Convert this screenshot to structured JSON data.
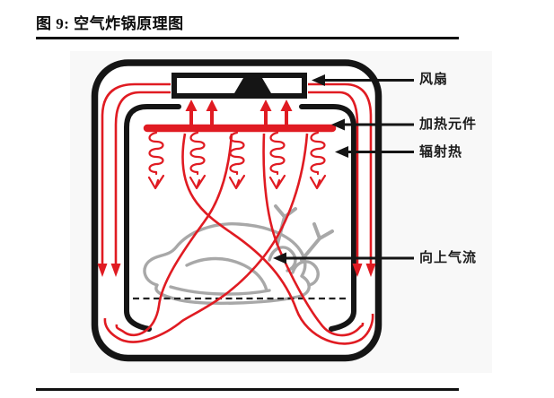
{
  "page": {
    "title": "图 9: 空气炸锅原理图"
  },
  "diagram": {
    "labels": {
      "fan": "风扇",
      "heating_element": "加热元件",
      "radiant_heat": "辐射热",
      "upward_airflow": "向上气流"
    },
    "colors": {
      "airflow_red": "#e01b22",
      "outline_black": "#151515",
      "food_gray": "#a8a8a8",
      "panel_bg": "#f8f8f8"
    }
  }
}
